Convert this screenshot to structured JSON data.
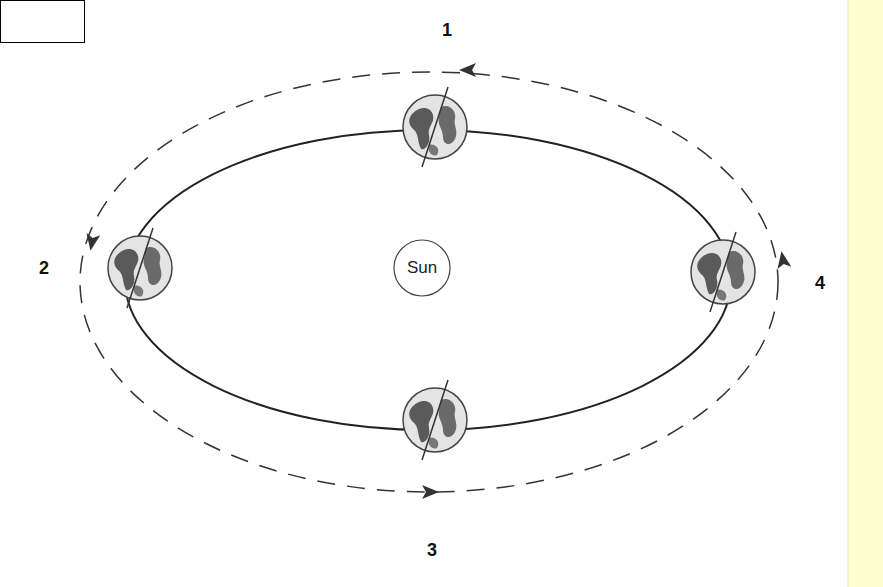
{
  "diagram": {
    "nodes": [
      {
        "text": [
          "Sun"
        ]
      }
    ],
    "labels": [
      "1",
      "2",
      "3",
      "4"
    ]
  }
}
